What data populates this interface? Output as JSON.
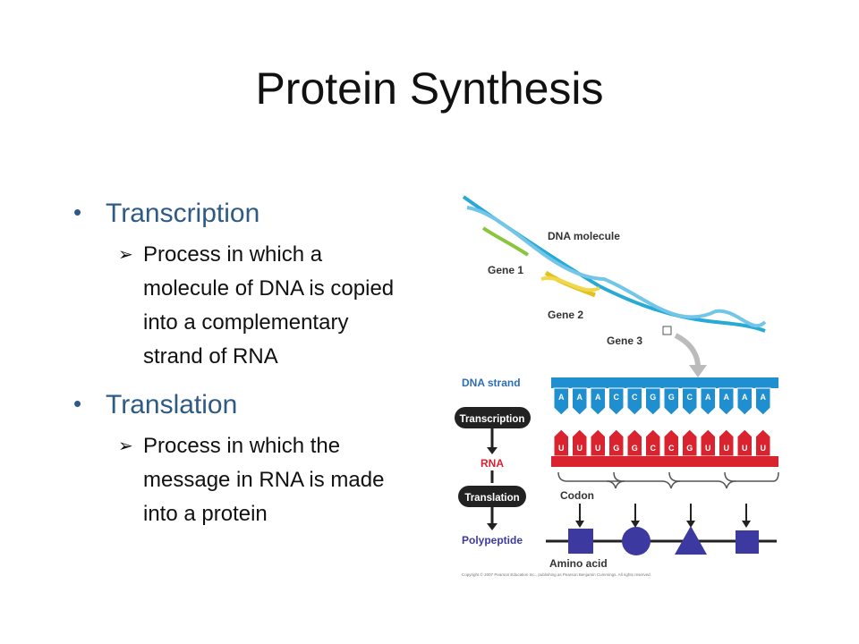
{
  "title": "Protein Synthesis",
  "bullets": [
    {
      "heading": "Transcription",
      "detail": "Process in which a molecule of DNA is copied into a complementary strand of RNA"
    },
    {
      "heading": "Translation",
      "detail": "Process in which the message in RNA is made into a protein"
    }
  ],
  "diagram": {
    "dna_molecule": "DNA molecule",
    "gene1": "Gene 1",
    "gene2": "Gene 2",
    "gene3": "Gene 3",
    "dna_strand": "DNA strand",
    "transcription": "Transcription",
    "rna": "RNA",
    "translation": "Translation",
    "polypeptide": "Polypeptide",
    "codon": "Codon",
    "amino_acid": "Amino acid",
    "copyright": "Copyright © 2007 Pearson Education Inc., publishing as Pearson Benjamin Cummings. All rights reserved.",
    "dna_bases": [
      "A",
      "A",
      "A",
      "C",
      "C",
      "G",
      "G",
      "C",
      "A",
      "A",
      "A",
      "A"
    ],
    "rna_bases": [
      "U",
      "U",
      "U",
      "G",
      "G",
      "C",
      "C",
      "G",
      "U",
      "U",
      "U",
      "U"
    ],
    "colors": {
      "dna": "#1f8fd0",
      "rna": "#d9232e",
      "amino": "#3c3aa0",
      "label": "#2d6eb5"
    }
  }
}
